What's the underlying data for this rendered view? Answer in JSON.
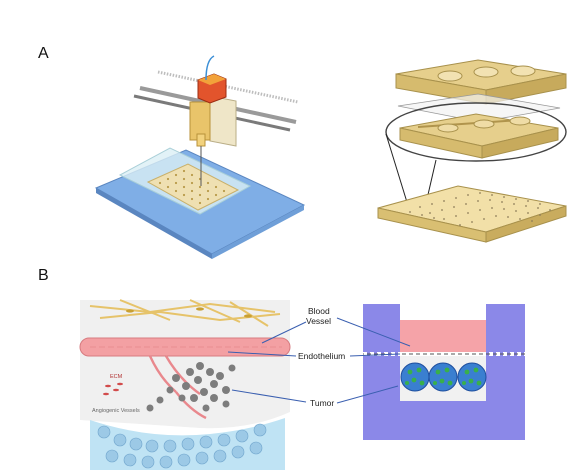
{
  "panels": {
    "a": {
      "label": "A"
    },
    "b": {
      "label": "B"
    }
  },
  "labels": {
    "blood_vessel_line1": "Blood",
    "blood_vessel_line2": "Vessel",
    "endothelium": "Endothelium",
    "tumor": "Tumor",
    "ecm": "ECM",
    "angiogenic_vessels": "Angiogenic Vessels"
  },
  "colors": {
    "accent_blue": "#4a78c8",
    "vessel_pink": "#f3a0a3",
    "chamber_purple": "#8b88e8",
    "chip_gold": "#e6cf8c",
    "platform_blue": "#7faee6"
  }
}
